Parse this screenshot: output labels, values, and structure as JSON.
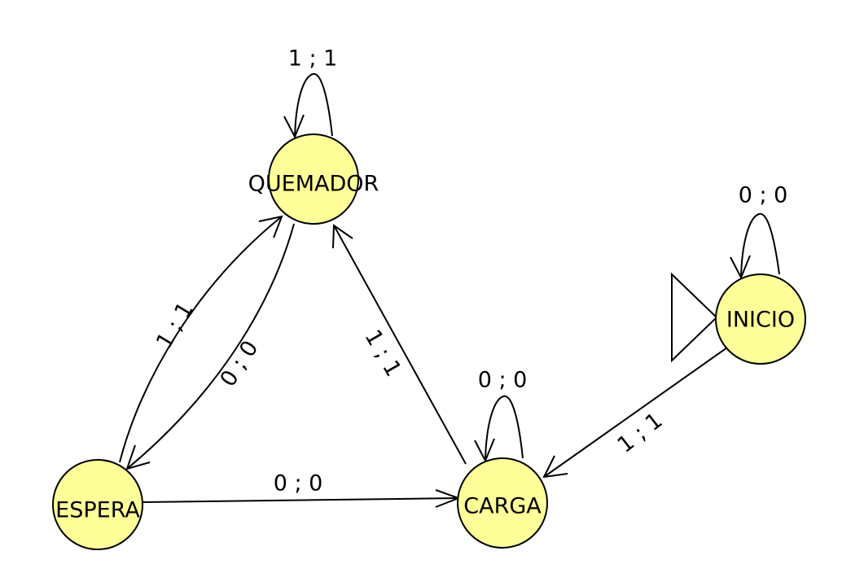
{
  "colors": {
    "state_fill": "#ffff99",
    "stroke": "#000000",
    "background": "#ffffff"
  },
  "diagram": {
    "type": "state-machine",
    "initial_state": "inicio",
    "states": [
      {
        "id": "quemador",
        "label": "QUEMADOR"
      },
      {
        "id": "espera",
        "label": "ESPERA"
      },
      {
        "id": "carga",
        "label": "CARGA"
      },
      {
        "id": "inicio",
        "label": "INICIO"
      }
    ],
    "transitions": [
      {
        "id": "quemador-self",
        "from": "quemador",
        "to": "quemador",
        "label": "1 ; 1"
      },
      {
        "id": "espera-quemador",
        "from": "espera",
        "to": "quemador",
        "label": "1 ; 1"
      },
      {
        "id": "quemador-espera",
        "from": "quemador",
        "to": "espera",
        "label": "0 ; 0"
      },
      {
        "id": "carga-quemador",
        "from": "carga",
        "to": "quemador",
        "label": "1 ; 1"
      },
      {
        "id": "espera-carga",
        "from": "espera",
        "to": "carga",
        "label": "0 ; 0"
      },
      {
        "id": "carga-self",
        "from": "carga",
        "to": "carga",
        "label": "0 ; 0"
      },
      {
        "id": "inicio-self",
        "from": "inicio",
        "to": "inicio",
        "label": "0 ; 0"
      },
      {
        "id": "inicio-carga",
        "from": "inicio",
        "to": "carga",
        "label": "1 ; 1"
      }
    ]
  }
}
